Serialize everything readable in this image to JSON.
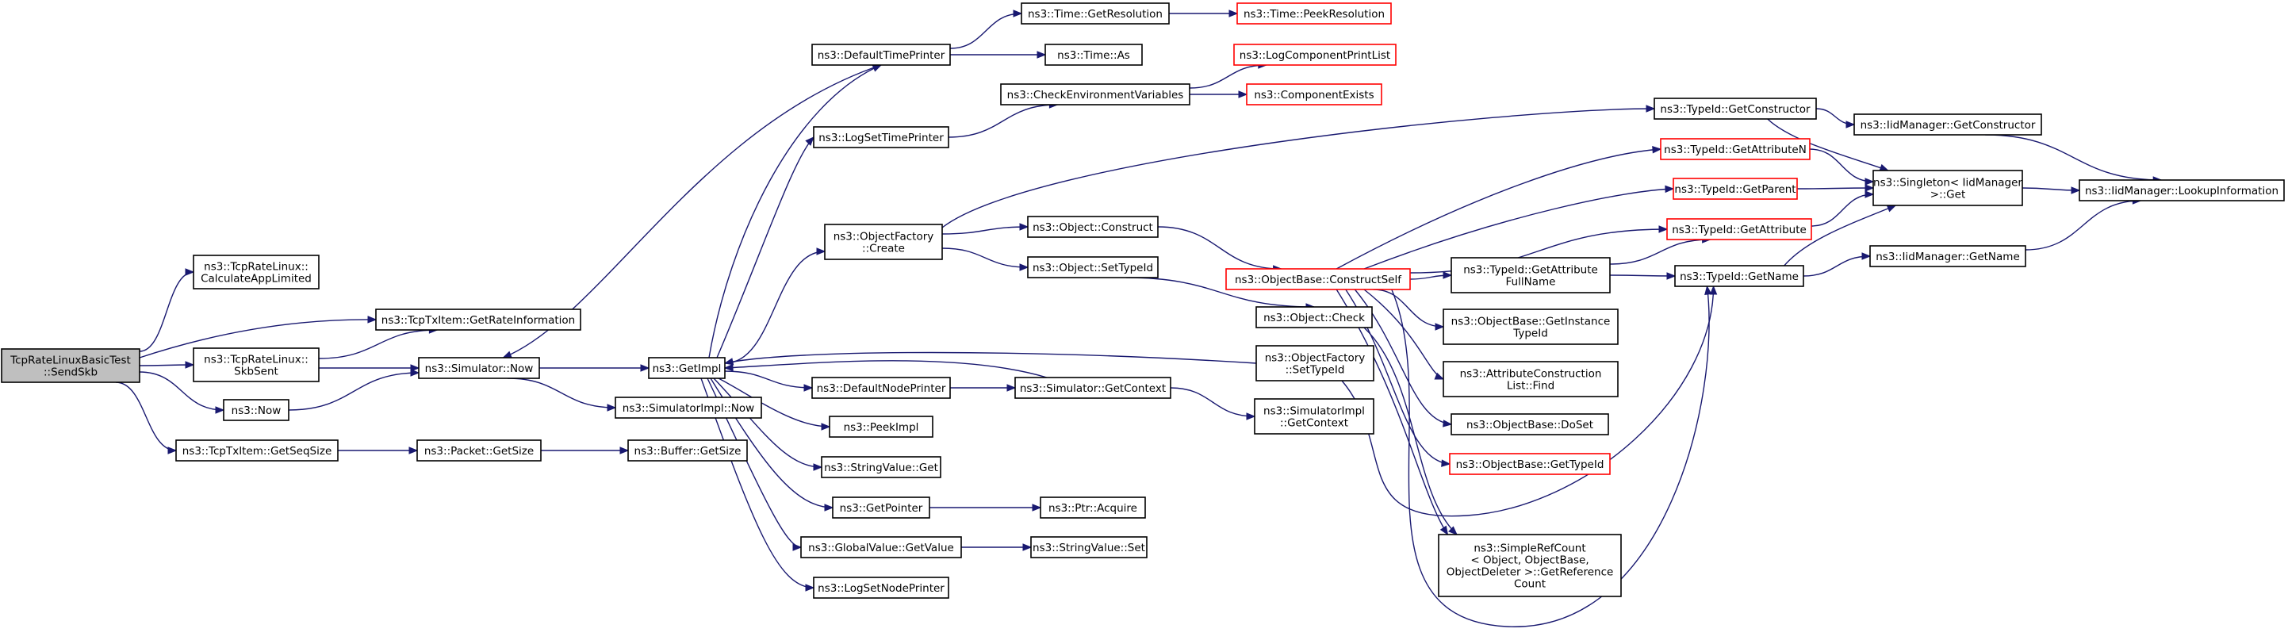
{
  "graph": {
    "nodes": {
      "root": [
        "TcpRateLinuxBasicTest",
        "::SendSkb"
      ],
      "calcAppLimited": [
        "ns3::TcpRateLinux::",
        "CalculateAppLimited"
      ],
      "getRateInfo": [
        "ns3::TcpTxItem::GetRateInformation"
      ],
      "skbSent": [
        "ns3::TcpRateLinux::",
        "SkbSent"
      ],
      "nsNow": [
        "ns3::Now"
      ],
      "getSeqSize": [
        "ns3::TcpTxItem::GetSeqSize"
      ],
      "simNow": [
        "ns3::Simulator::Now"
      ],
      "pktGetSize": [
        "ns3::Packet::GetSize"
      ],
      "bufGetSize": [
        "ns3::Buffer::GetSize"
      ],
      "getImpl": [
        "ns3::GetImpl"
      ],
      "simImplNow": [
        "ns3::SimulatorImpl::Now"
      ],
      "defTimePrinter": [
        "ns3::DefaultTimePrinter"
      ],
      "logSetTimePrinter": [
        "ns3::LogSetTimePrinter"
      ],
      "objFactoryCreate": [
        "ns3::ObjectFactory",
        "::Create"
      ],
      "defNodePrinter": [
        "ns3::DefaultNodePrinter"
      ],
      "peekImpl": [
        "ns3::PeekImpl"
      ],
      "strValueGet": [
        "ns3::StringValue::Get"
      ],
      "getPointer": [
        "ns3::GetPointer"
      ],
      "globalValueGet": [
        "ns3::GlobalValue::GetValue"
      ],
      "logSetNodePrinter": [
        "ns3::LogSetNodePrinter"
      ],
      "timeGetRes": [
        "ns3::Time::GetResolution"
      ],
      "timeAs": [
        "ns3::Time::As"
      ],
      "checkEnvVars": [
        "ns3::CheckEnvironmentVariables"
      ],
      "objConstruct": [
        "ns3::Object::Construct"
      ],
      "objSetTypeId": [
        "ns3::Object::SetTypeId"
      ],
      "simGetContext": [
        "ns3::Simulator::GetContext"
      ],
      "ptrAcquire": [
        "ns3::Ptr::Acquire"
      ],
      "strValueSet": [
        "ns3::StringValue::Set"
      ],
      "timePeekRes": [
        "ns3::Time::PeekResolution"
      ],
      "logCompPrintList": [
        "ns3::LogComponentPrintList"
      ],
      "compExists": [
        "ns3::ComponentExists"
      ],
      "objBaseConstructSelf": [
        "ns3::ObjectBase::ConstructSelf"
      ],
      "objCheck": [
        "ns3::Object::Check"
      ],
      "objFactorySetTypeId": [
        "ns3::ObjectFactory",
        "::SetTypeId"
      ],
      "simImplGetContext": [
        "ns3::SimulatorImpl",
        "::GetContext"
      ],
      "simpleRefCount": [
        "ns3::SimpleRefCount",
        "< Object, ObjectBase,",
        "ObjectDeleter >::GetReference",
        "Count"
      ],
      "typeIdGetConstructor": [
        "ns3::TypeId::GetConstructor"
      ],
      "typeIdGetAttrN": [
        "ns3::TypeId::GetAttributeN"
      ],
      "typeIdGetParent": [
        "ns3::TypeId::GetParent"
      ],
      "typeIdGetAttr": [
        "ns3::TypeId::GetAttribute"
      ],
      "typeIdGetAttrFullName": [
        "ns3::TypeId::GetAttribute",
        "FullName"
      ],
      "objBaseGetInstTypeId": [
        "ns3::ObjectBase::GetInstance",
        "TypeId"
      ],
      "attrConstrFind": [
        "ns3::AttributeConstruction",
        "List::Find"
      ],
      "objBaseDoSet": [
        "ns3::ObjectBase::DoSet"
      ],
      "objBaseGetTypeId": [
        "ns3::ObjectBase::GetTypeId"
      ],
      "typeIdGetName": [
        "ns3::TypeId::GetName"
      ],
      "iidMgrGetConstructor": [
        "ns3::IidManager::GetConstructor"
      ],
      "singletonGet": [
        "ns3::Singleton< IidManager",
        " >::Get"
      ],
      "iidMgrGetName": [
        "ns3::IidManager::GetName"
      ],
      "iidMgrLookupInfo": [
        "ns3::IidManager::LookupInformation"
      ]
    },
    "edge_color": "#191970",
    "highlight_color": "#ff0000",
    "root_fill": "#bfbfbf"
  }
}
